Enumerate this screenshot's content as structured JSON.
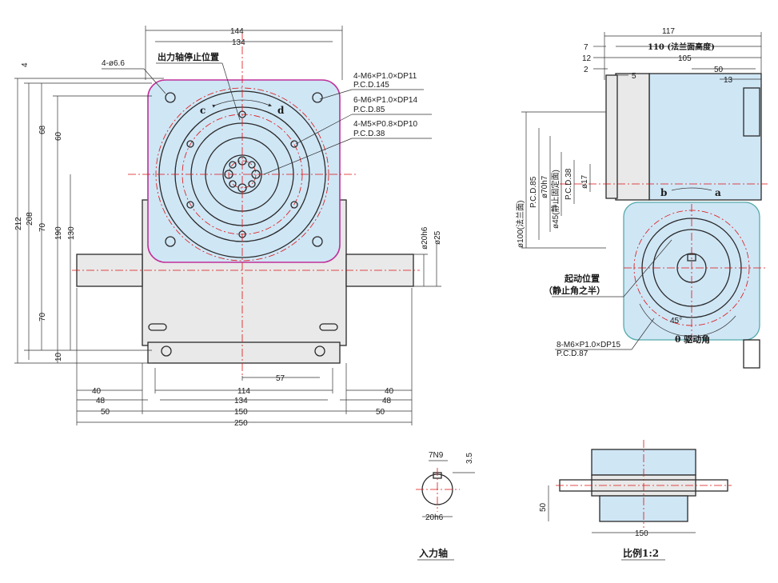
{
  "front_view": {
    "top_dims": [
      "144",
      "134"
    ],
    "left_dims": [
      "4",
      "212",
      "208",
      "68",
      "60",
      "70",
      "190",
      "130",
      "70",
      "10"
    ],
    "bottom_dims": [
      "57",
      "40",
      "114",
      "40",
      "48",
      "134",
      "48",
      "50",
      "150",
      "50",
      "250"
    ],
    "shaft_dims": [
      "ø20h6",
      "ø25"
    ],
    "hole_callout": "4-ø6.6",
    "output_stop_label": "出力轴停止位置",
    "rotation_c": "c",
    "rotation_d": "d",
    "notes": [
      "4-M6×P1.0×DP11",
      "P.C.D.145",
      "6-M6×P1.0×DP14",
      "P.C.D.85",
      "4-M5×P0.8×DP10",
      "P.C.D.38"
    ]
  },
  "side_view": {
    "top_dims": [
      "117",
      "7",
      "110 (法兰面高度)",
      "12",
      "105",
      "2",
      "5",
      "50",
      "13"
    ],
    "vertical_dims": [
      "ø100(法兰面)",
      "P.C.D.85",
      "ø70h7",
      "ø45(静止固定面)",
      "P.C.D.38",
      "ø17"
    ],
    "rotation_b": "b",
    "rotation_a": "a",
    "start_position": "起动位置",
    "start_position_sub": "（静止角之半）",
    "angle": "45°",
    "drive_angle": "θ 驱动角",
    "notes": [
      "8-M6×P1.0×DP15",
      "P.C.D.87"
    ]
  },
  "input_shaft": {
    "key_dims": [
      "7N9",
      "3.5"
    ],
    "diameter": "20h6",
    "title": "入力轴"
  },
  "small_view": {
    "dim_height": "50",
    "dim_width": "150",
    "title": "比例1:2"
  },
  "colors": {
    "body_fill": "#e9e9e9",
    "face_fill": "#cfe6f5",
    "outline_magenta": "#c0309a",
    "center_line": "#dd1111"
  }
}
